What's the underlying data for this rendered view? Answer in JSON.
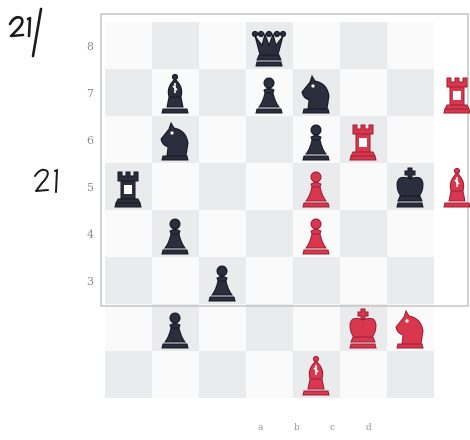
{
  "annotations": {
    "diagram_number": "21/",
    "side_number": "21"
  },
  "board": {
    "rank_labels": [
      "8",
      "7",
      "6",
      "5",
      "4",
      "3"
    ],
    "file_labels": [
      "a",
      "b",
      "c",
      "d"
    ],
    "colors": {
      "light_square": "#fafafa",
      "dark_square": "#e9ebec",
      "frame": "#c4c4c4",
      "dark_pieces": "#2b2e3d",
      "red_pieces": "#d8374e"
    }
  },
  "pieces": [
    {
      "piece": "queen",
      "color": "dark",
      "square": [
        3,
        0
      ]
    },
    {
      "piece": "bishop",
      "color": "dark",
      "square": [
        1,
        1
      ]
    },
    {
      "piece": "pawn",
      "color": "dark",
      "square": [
        3,
        1
      ]
    },
    {
      "piece": "knight",
      "color": "dark",
      "square": [
        4,
        1
      ]
    },
    {
      "piece": "rook",
      "color": "red",
      "square": [
        7,
        1
      ]
    },
    {
      "piece": "knight",
      "color": "dark",
      "square": [
        1,
        2
      ]
    },
    {
      "piece": "pawn",
      "color": "dark",
      "square": [
        4,
        2
      ]
    },
    {
      "piece": "rook",
      "color": "red",
      "square": [
        5,
        2
      ]
    },
    {
      "piece": "rook",
      "color": "dark",
      "square": [
        0,
        3
      ]
    },
    {
      "piece": "pawn",
      "color": "red",
      "square": [
        4,
        3
      ]
    },
    {
      "piece": "king",
      "color": "dark",
      "square": [
        6,
        3
      ]
    },
    {
      "piece": "bishop",
      "color": "red",
      "square": [
        7,
        3
      ]
    },
    {
      "piece": "pawn",
      "color": "dark",
      "square": [
        1,
        4
      ]
    },
    {
      "piece": "pawn",
      "color": "red",
      "square": [
        4,
        4
      ]
    },
    {
      "piece": "pawn",
      "color": "dark",
      "square": [
        2,
        5
      ]
    },
    {
      "piece": "pawn",
      "color": "dark",
      "square": [
        1,
        6
      ]
    },
    {
      "piece": "king",
      "color": "red",
      "square": [
        5,
        6
      ]
    },
    {
      "piece": "knight",
      "color": "red",
      "square": [
        6,
        6
      ]
    },
    {
      "piece": "bishop",
      "color": "red",
      "square": [
        4,
        7
      ]
    }
  ]
}
